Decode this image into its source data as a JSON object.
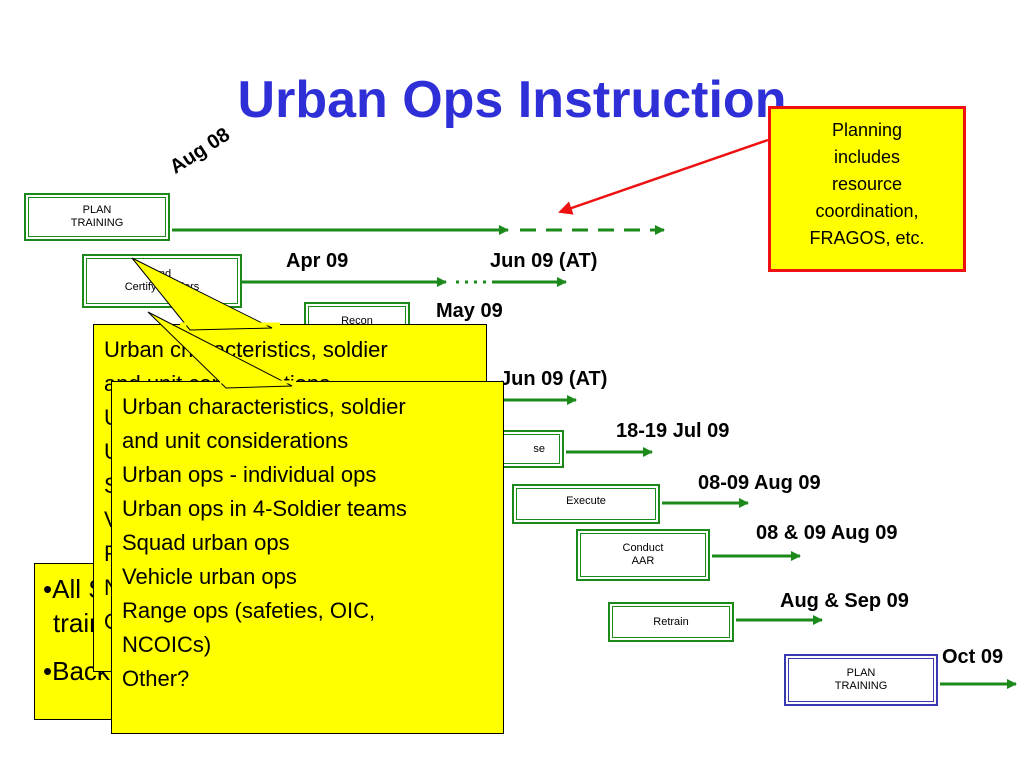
{
  "title": "Urban Ops Instruction",
  "date_labels": {
    "aug08": "Aug 08",
    "apr09": "Apr 09",
    "jun09a": "Jun 09 (AT)",
    "may09": "May 09",
    "jun09b": "Jun 09 (AT)",
    "jul09": "18-19 Jul 09",
    "aug09a": "08-09 Aug 09",
    "aug09b": "08 & 09 Aug 09",
    "augsep09": "Aug & Sep 09",
    "oct09": "Oct 09"
  },
  "boxes": {
    "plan_training": "PLAN\nTRAINING",
    "certify_leaders": "and\nCertify Leaders",
    "recon": "Recon",
    "rehearse": "se",
    "execute": "Execute",
    "conduct_aar": "Conduct\nAAR",
    "retrain": "Retrain",
    "plan_training_2": "PLAN\nTRAINING"
  },
  "callout_planning": "Planning\nincludes\nresource\ncoordination,\nFRAGOS, etc.",
  "topics_back": "Urban characteristics, soldier\nand unit considerations\nUrban ops - individual ops\nUrban ops in 4-Soldier teams\nSquad urban ops\nVehicle urban ops\nRange ops (safeties, OIC,\nNCOICs)\nOther?",
  "topics_front": "Urban characteristics, soldier\nand unit considerations\nUrban ops - individual ops\nUrban ops in 4-Soldier teams\nSquad urban ops\nVehicle urban ops\nRange ops (safeties, OIC,\nNCOICs)\nOther?",
  "bullets": {
    "b1": "•All Soldiers need",
    "b1b": "training",
    "b2": "•Back"
  },
  "colors": {
    "title": "#2f2fd8",
    "arrow_green": "#1b8a1b",
    "callout_border": "#ee1111",
    "highlight": "#ffff00"
  }
}
